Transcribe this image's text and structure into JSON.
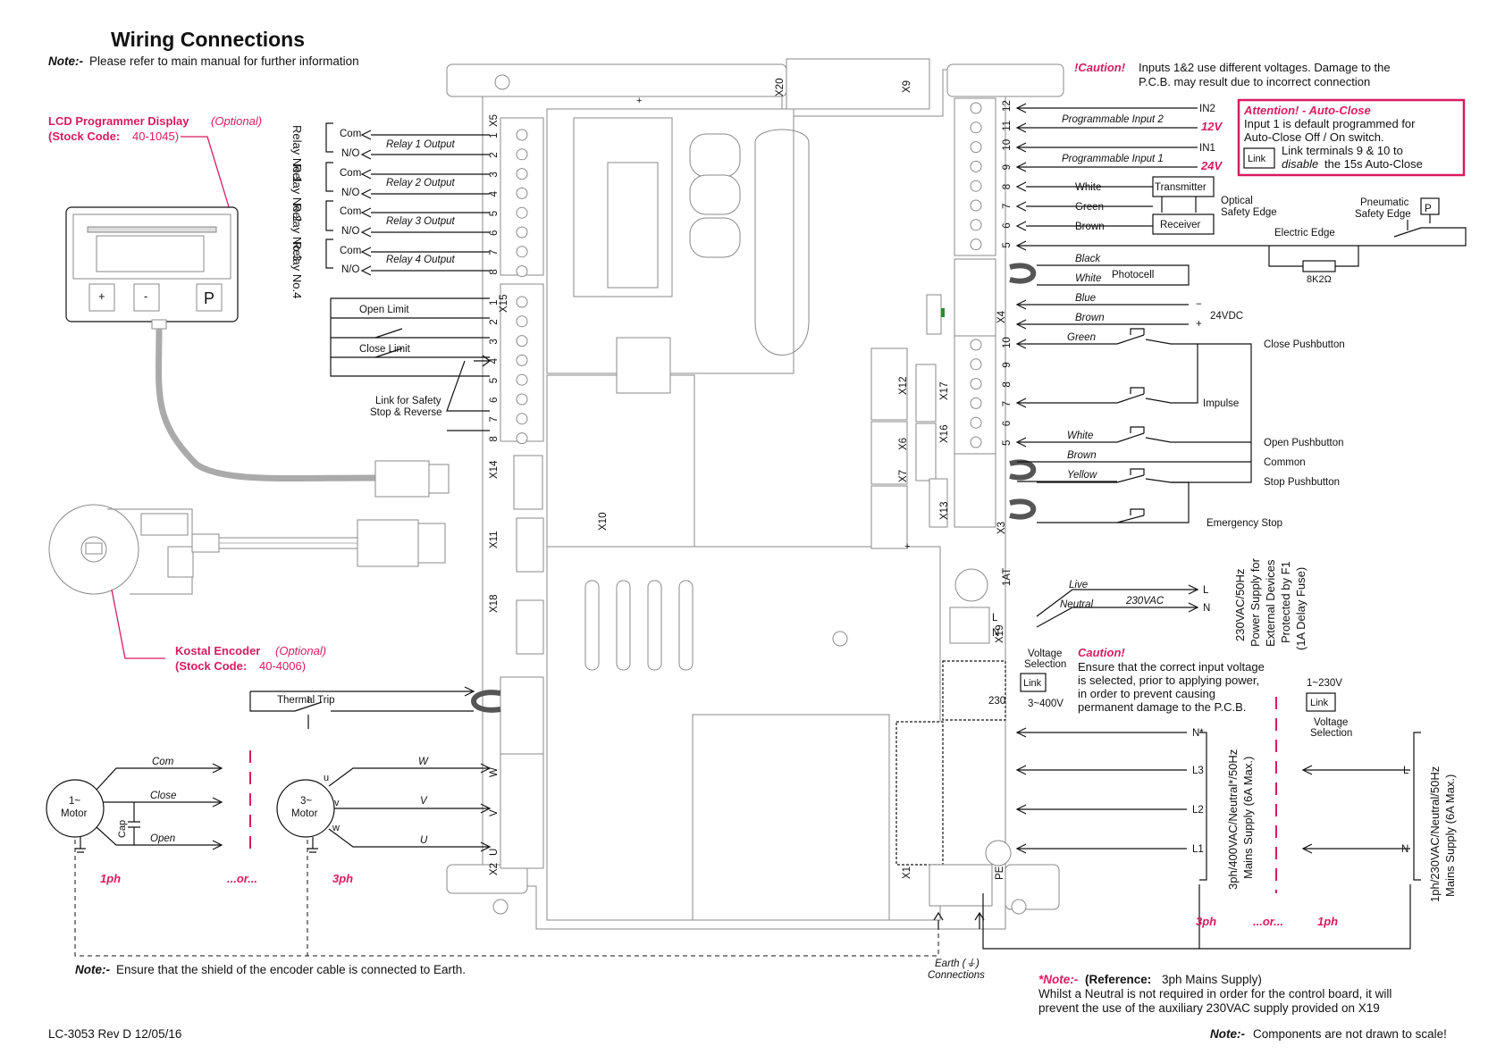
{
  "header": {
    "title": "Wiring Connections",
    "note_prefix": "Note:-",
    "note_text": "Please refer to main manual for further information"
  },
  "lcd": {
    "title": "LCD Programmer Display",
    "optional": "(Optional)",
    "stock_prefix": "(Stock Code:",
    "stock_code": "40-1045)",
    "btn_plus": "+",
    "btn_minus": "-",
    "btn_p": "P"
  },
  "encoder": {
    "title": "Kostal Encoder",
    "optional": "(Optional)",
    "stock_prefix": "(Stock Code:",
    "stock_code": "40-4006)"
  },
  "relays": {
    "names": [
      "Relay No.1",
      "Relay No.2",
      "Relay No.3",
      "Relay No.4"
    ],
    "com": "Com",
    "no": "N/O",
    "outputs": [
      "Relay 1 Output",
      "Relay 2 Output",
      "Relay 3 Output",
      "Relay 4 Output"
    ]
  },
  "limits": {
    "open": "Open Limit",
    "close": "Close Limit",
    "link_l1": "Link for Safety",
    "link_l2": "Stop & Reverse"
  },
  "connectors": {
    "x5": "X5",
    "x15": "X15",
    "x14": "X14",
    "x11": "X11",
    "x18": "X18",
    "x2": "X2",
    "x20": "X20",
    "x9": "X9",
    "x10": "X10",
    "x12": "X12",
    "x17": "X17",
    "x6": "X6",
    "x16": "X16",
    "x7": "X7",
    "x13": "X13",
    "x4": "X4",
    "x3": "X3",
    "x1": "X1",
    "x19": "X19",
    "fuse": "1AT",
    "pe": "PE"
  },
  "pins8": [
    "1",
    "2",
    "3",
    "4",
    "5",
    "6",
    "7",
    "8"
  ],
  "pins_right_top": [
    "12",
    "11",
    "10",
    "9",
    "8",
    "7",
    "6",
    "5"
  ],
  "pins_x3": [
    "10",
    "9",
    "8",
    "7",
    "6",
    "5"
  ],
  "caution_top": {
    "label": "!Caution!",
    "line1": "Inputs 1&2 use different voltages. Damage to the",
    "line2": "P.C.B. may result due to incorrect connection"
  },
  "autoclose": {
    "title": "Attention! - Auto-Close",
    "line1": "Input 1 is default programmed for",
    "line2": "Auto-Close Off / On switch.",
    "line3": "Link terminals 9 & 10 to",
    "line4_em": "disable",
    "line4": "the 15s Auto-Close",
    "link": "Link"
  },
  "inputs": {
    "prog2": "Programmable Input 2",
    "prog1": "Programmable Input 1",
    "in2": "IN2",
    "in1": "IN1",
    "v12": "12V",
    "v24": "24V"
  },
  "safety": {
    "white": "White",
    "green": "Green",
    "brown": "Brown",
    "transmitter": "Transmitter",
    "receiver": "Receiver",
    "optical1": "Optical",
    "optical2": "Safety Edge",
    "pneumatic1": "Pneumatic",
    "pneumatic2": "Safety Edge",
    "p": "P",
    "electric": "Electric Edge",
    "resistor": "8K2Ω"
  },
  "photocell": {
    "black": "Black",
    "white": "White",
    "blue": "Blue",
    "brown": "Brown",
    "label": "Photocell",
    "dc": "24VDC",
    "minus": "−",
    "plus": "+"
  },
  "pushbuttons": {
    "green": "Green",
    "close": "Close Pushbutton",
    "impulse": "Impulse",
    "white": "White",
    "brown": "Brown",
    "yellow": "Yellow",
    "open": "Open Pushbutton",
    "common": "Common",
    "stop": "Stop Pushbutton",
    "estop": "Emergency Stop"
  },
  "aux_supply": {
    "live": "Live",
    "neutral": "Neutral",
    "vac": "230VAC",
    "l": "L",
    "n": "N",
    "lines": [
      "230VAC/50Hz",
      "Power Supply for",
      "External Devices",
      "Protected by F1",
      "(1A Delay Fuse)"
    ]
  },
  "voltage": {
    "sel1": "Voltage",
    "sel2": "Selection",
    "link": "Link",
    "v230": "230",
    "v400": "3~400V",
    "caution": "Caution!",
    "c1": "Ensure that the correct input voltage",
    "c2": "is selected, prior to applying power,",
    "c3": "in order to prevent causing",
    "c4": "permanent damage to the P.C.B.",
    "v1_230": "1~230V",
    "link2": "Link",
    "vs1": "Voltage",
    "vs2": "Selection"
  },
  "mains": {
    "nstar": "N*",
    "l3": "L3",
    "l2": "L2",
    "l1": "L1",
    "l": "L",
    "n": "N",
    "ph3_1": "3ph/400VAC/Neutral*/50Hz",
    "ph3_2": "Mains Supply (6A Max.)",
    "ph1_1": "1ph/230VAC/Neutral/50Hz",
    "ph1_2": "Mains Supply (6A Max.)",
    "ph3": "3ph",
    "or": "...or...",
    "ph1": "1ph"
  },
  "thermal": "Thermal Trip",
  "motor1": {
    "label1": "1~",
    "label2": "Motor",
    "com": "Com",
    "close": "Close",
    "open": "Open",
    "cap": "Cap"
  },
  "motor3": {
    "label1": "3~",
    "label2": "Motor",
    "u": "U",
    "v": "V",
    "w": "W",
    "su": "u",
    "sv": "v",
    "sw": "w"
  },
  "motor_labels": {
    "ph1": "1ph",
    "or": "...or...",
    "ph3": "3ph"
  },
  "bottom": {
    "note_prefix": "Note:-",
    "note_text": "Ensure that the shield of the encoder cable is connected to Earth.",
    "earth1": "Earth (⏚)",
    "earth2": "Connections",
    "ref_prefix": "*Note:-",
    "ref_bold": "(Reference:",
    "ref_text": "3ph Mains Supply)",
    "ref2": "Whilst a Neutral is not required in order for the control board, it will",
    "ref3": "prevent the use of the auxiliary 230VAC supply provided on X19",
    "rev": "LC-3053 Rev D 12/05/16",
    "scale_prefix": "Note:-",
    "scale_text": "Components are not drawn to scale!"
  }
}
